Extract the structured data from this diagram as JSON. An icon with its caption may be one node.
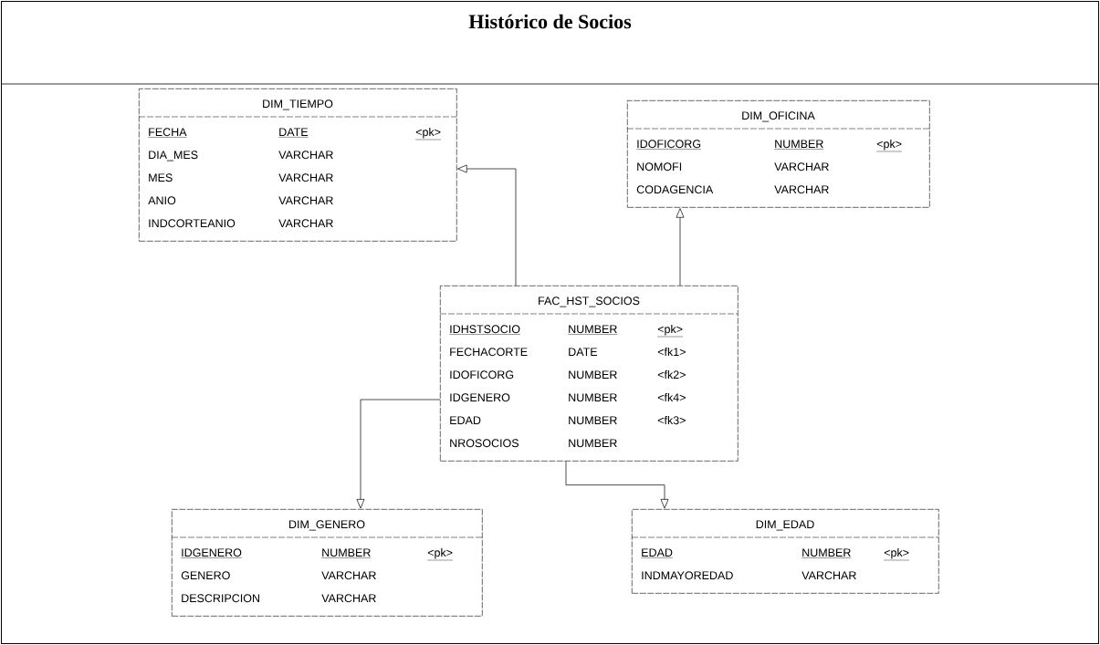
{
  "diagram": {
    "title": "Histórico de Socios",
    "nodes": [
      {
        "text": [
          "DIM_TIEMPO",
          "FECHA",
          "DATE",
          "<pk>",
          "DIA_MES",
          "VARCHAR",
          "MES",
          "VARCHAR",
          "ANIO",
          "VARCHAR",
          "INDCORTEANIO",
          "VARCHAR"
        ]
      },
      {
        "text": [
          "DIM_OFICINA",
          "IDOFICORG",
          "NUMBER",
          "<pk>",
          "NOMOFI",
          "VARCHAR",
          "CODAGENCIA",
          "VARCHAR"
        ]
      },
      {
        "text": [
          "FAC_HST_SOCIOS",
          "IDHSTSOCIO",
          "NUMBER",
          "<pk>",
          "FECHACORTE",
          "DATE",
          "<fk1>",
          "IDOFICORG",
          "NUMBER",
          "<fk2>",
          "IDGENERO",
          "NUMBER",
          "<fk4>",
          "EDAD",
          "NUMBER",
          "<fk3>",
          "NROSOCIOS",
          "NUMBER"
        ]
      },
      {
        "text": [
          "DIM_GENERO",
          "IDGENERO",
          "NUMBER",
          "<pk>",
          "GENERO",
          "VARCHAR",
          "DESCRIPCION",
          "VARCHAR"
        ]
      },
      {
        "text": [
          "DIM_EDAD",
          "EDAD",
          "NUMBER",
          "<pk>",
          "INDMAYOREDAD",
          "VARCHAR"
        ]
      }
    ],
    "edges": [
      {
        "from": 2,
        "to": 0,
        "arrow": "to"
      },
      {
        "from": 2,
        "to": 1,
        "arrow": "to"
      },
      {
        "from": 2,
        "to": 3,
        "arrow": "to"
      },
      {
        "from": 2,
        "to": 4,
        "arrow": "to"
      }
    ]
  }
}
